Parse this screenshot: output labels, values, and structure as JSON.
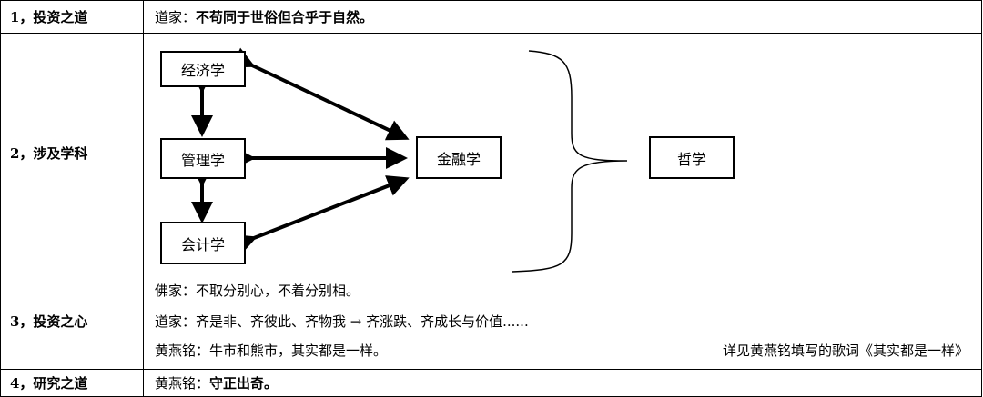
{
  "rows": [
    {
      "label": "1，投资之道",
      "prefix": "道家：",
      "text": "不苟同于世俗但合乎于自然。"
    },
    {
      "label": "2，涉及学科",
      "diagram": {
        "nodes": {
          "economics": "经济学",
          "management": "管理学",
          "accounting": "会计学",
          "finance": "金融学",
          "philosophy": "哲学"
        }
      }
    },
    {
      "label": "3，投资之心",
      "lines": [
        "佛家：不取分别心，不着分别相。",
        "道家：齐是非、齐彼此、齐物我 → 齐涨跌、齐成长与价值......",
        "黄燕铭：牛市和熊市，其实都是一样。"
      ],
      "note": "详见黄燕铭填写的歌词《其实都是一样》"
    },
    {
      "label": "4，研究之道",
      "prefix": "黄燕铭：",
      "text": "守正出奇。"
    }
  ]
}
